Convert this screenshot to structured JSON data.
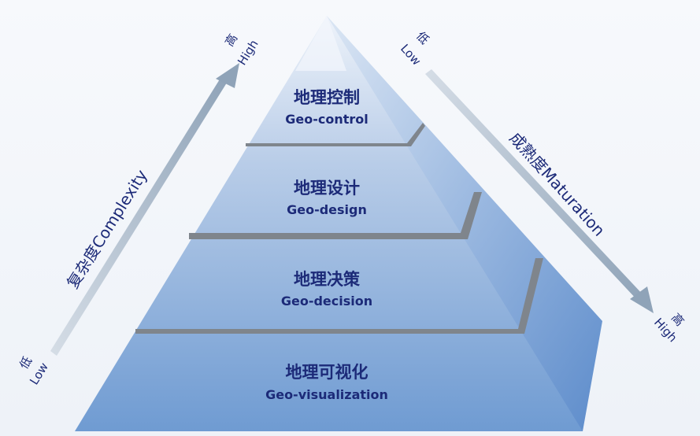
{
  "levels": [
    {
      "zh": "地理控制",
      "en": "Geo-control"
    },
    {
      "zh": "地理设计",
      "en": "Geo-design"
    },
    {
      "zh": "地理决策",
      "en": "Geo-decision"
    },
    {
      "zh": "地理可视化",
      "en": "Geo-visualization"
    }
  ],
  "complexity_axis": {
    "title": "复杂度Complexity",
    "low_zh": "低",
    "low_en": "Low",
    "high_zh": "高",
    "high_en": "High"
  },
  "maturation_axis": {
    "title": "成熟度Maturation",
    "low_zh": "低",
    "low_en": "Low",
    "high_zh": "高",
    "high_en": "High"
  },
  "colors": {
    "text": "#1c2a78",
    "arrow": "#9fb0c4",
    "step": "#7f858c",
    "pyramid_top": "#e3ecf7",
    "pyramid_bottom": "#6b98d0"
  }
}
